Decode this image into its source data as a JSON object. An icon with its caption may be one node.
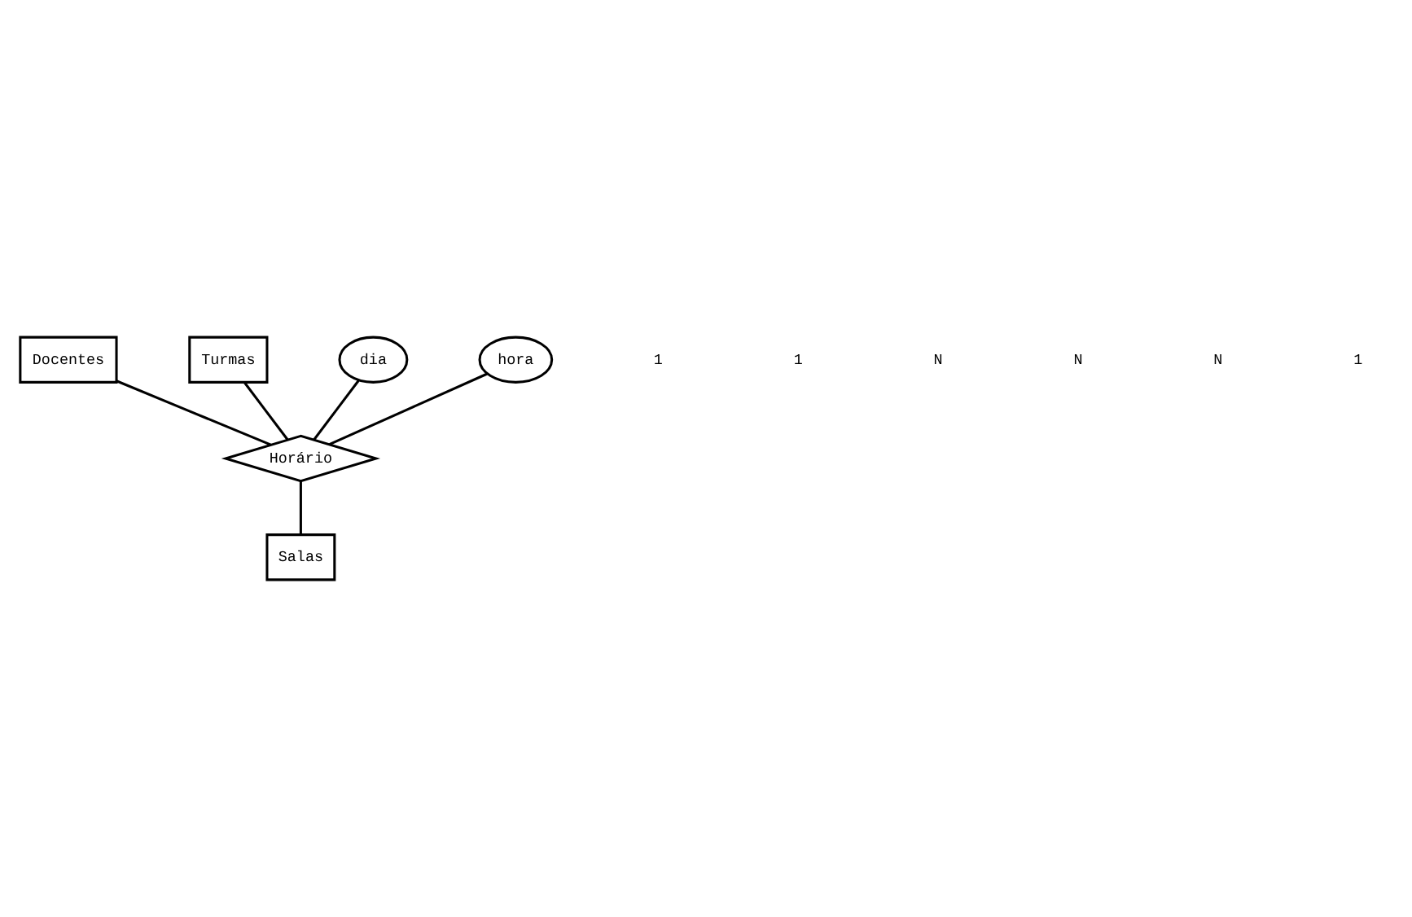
{
  "diagram": {
    "nodes": [
      {
        "text": [
          "Docentes"
        ]
      },
      {
        "text": [
          "Turmas"
        ]
      },
      {
        "text": [
          "dia"
        ]
      },
      {
        "text": [
          "hora"
        ]
      },
      {
        "text": [
          "Horário"
        ]
      },
      {
        "text": [
          "Salas"
        ]
      }
    ],
    "edges": [
      {
        "from": 0,
        "to": 4,
        "arrow": "none"
      },
      {
        "from": 1,
        "to": 4,
        "arrow": "none"
      },
      {
        "from": 2,
        "to": 4,
        "arrow": "none"
      },
      {
        "from": 3,
        "to": 4,
        "arrow": "none"
      },
      {
        "from": 4,
        "to": 5,
        "arrow": "none"
      }
    ],
    "labels": [
      "1",
      "1",
      "N",
      "N",
      "N",
      "1"
    ]
  }
}
